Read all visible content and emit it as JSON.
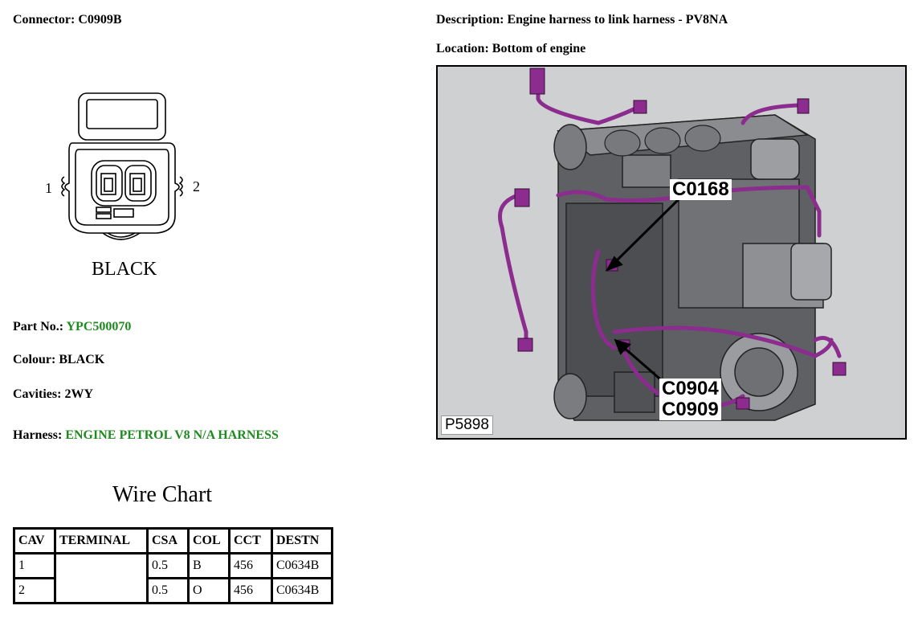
{
  "connector": {
    "label": "Connector:",
    "value": "C0909B"
  },
  "description": {
    "label": "Description:",
    "value": "Engine harness to link harness - PV8NA"
  },
  "location": {
    "label": "Location:",
    "value": "Bottom of engine"
  },
  "diagram": {
    "pin_left": "1",
    "pin_right": "2",
    "color_caption": "BLACK"
  },
  "part_no": {
    "label": "Part No.:",
    "value": "YPC500070"
  },
  "colour": {
    "label": "Colour:",
    "value": "BLACK"
  },
  "cavities": {
    "label": "Cavities:",
    "value": "2WY"
  },
  "harness": {
    "label": "Harness:",
    "value": "ENGINE PETROL V8 N/A HARNESS"
  },
  "wire_chart": {
    "title": "Wire Chart",
    "headers": [
      "CAV",
      "TERMINAL",
      "CSA",
      "COL",
      "CCT",
      "DESTN"
    ],
    "rows": [
      {
        "cav": "1",
        "terminal": "",
        "csa": "0.5",
        "col": "B",
        "cct": "456",
        "destn": "C0634B"
      },
      {
        "cav": "2",
        "terminal": "",
        "csa": "0.5",
        "col": "O",
        "cct": "456",
        "destn": "C0634B"
      }
    ]
  },
  "image": {
    "callout_top": "C0168",
    "callout_bottom_1": "C0904",
    "callout_bottom_2": "C0909",
    "ref_code": "P5898"
  },
  "colors": {
    "accent_green": "#1f8a1f",
    "harness_purple": "#8b2c8e"
  }
}
